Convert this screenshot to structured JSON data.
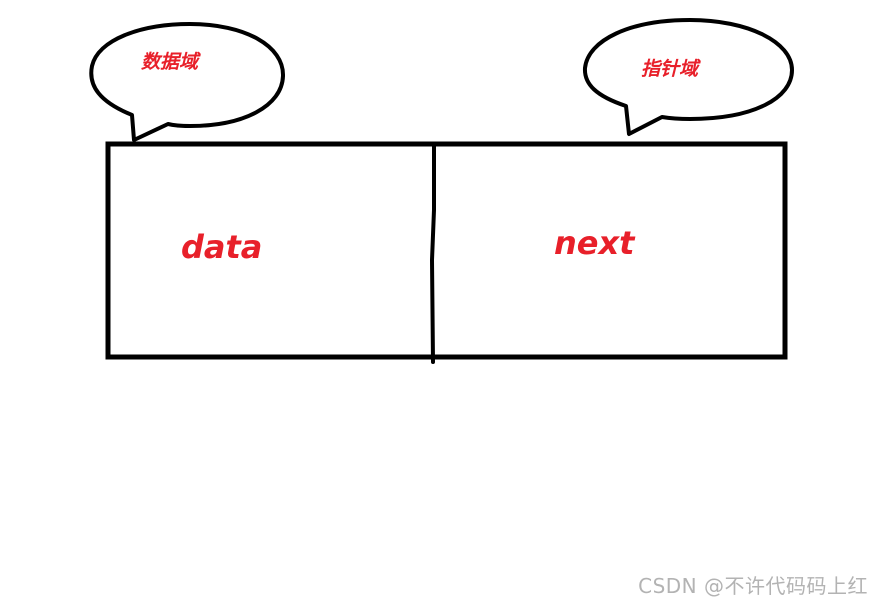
{
  "callouts": {
    "data_domain": "数据域",
    "pointer_domain": "指针域"
  },
  "node": {
    "data_field": "data",
    "next_field": "next"
  },
  "watermark": "CSDN @不许代码码上红",
  "colors": {
    "label": "#e8202a",
    "stroke": "#000000",
    "watermark": "#b3b3b3"
  }
}
